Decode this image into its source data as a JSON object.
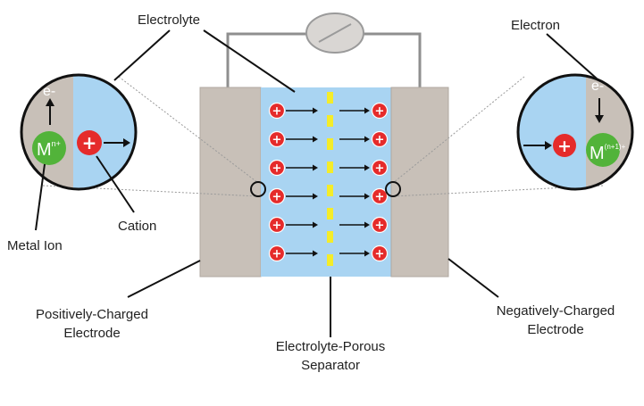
{
  "labels": {
    "electrolyte": "Electrolyte",
    "electron": "Electron",
    "cation": "Cation",
    "metal_ion": "Metal Ion",
    "positive_line1": "Positively-Charged",
    "positive_line2": "Electrode",
    "negative_line1": "Negatively-Charged",
    "negative_line2": "Electrode",
    "separator_line1": "Electrolyte-Porous",
    "separator_line2": "Separator"
  },
  "left_inset": {
    "electron_symbol": "e-",
    "metal_base": "M",
    "metal_superscript": "n+"
  },
  "right_inset": {
    "electron_symbol": "e-",
    "metal_base": "M",
    "metal_superscript": "(n+1)+"
  },
  "cation_symbol": "+",
  "cation_rows": 6,
  "colors": {
    "electrode": "#c8c0b8",
    "electrolyte": "#a9d4f2",
    "separator": "#f4ec2a",
    "cation": "#e52b2b",
    "metal_ion": "#52b33a",
    "wire": "#8f8f8f",
    "bulb": "#d9d6d3"
  }
}
